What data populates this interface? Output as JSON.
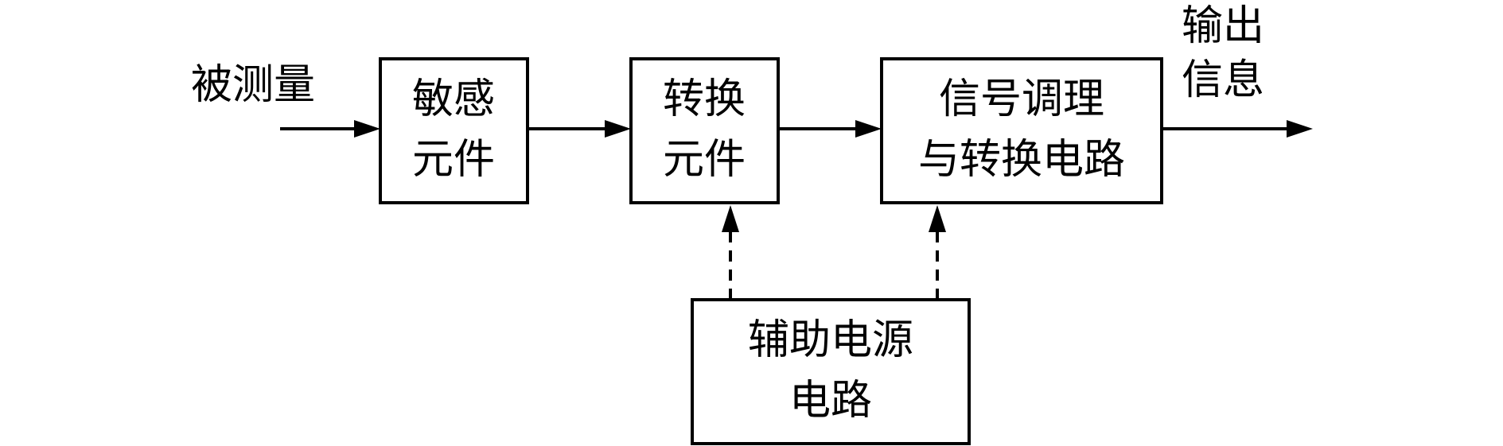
{
  "diagram": {
    "input_label": "被测量",
    "output_label": {
      "line1": "输出",
      "line2": "信息"
    },
    "blocks": {
      "sensitive": {
        "line1": "敏感",
        "line2": "元件"
      },
      "conversion": {
        "line1": "转换",
        "line2": "元件"
      },
      "conditioning": {
        "line1": "信号调理",
        "line2": "与转换电路"
      },
      "power": {
        "line1": "辅助电源",
        "line2": "电路"
      }
    }
  }
}
